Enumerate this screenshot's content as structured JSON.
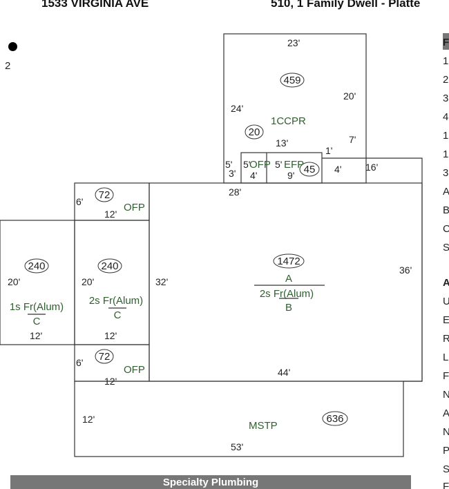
{
  "header": {
    "address": "1533 VIRGINIA AVE",
    "class_line": "510, 1 Family Dwell - Platte"
  },
  "page_number": "2",
  "sketch": {
    "dimensions": [
      "23'",
      "20'",
      "24'",
      "7'",
      "13'",
      "1'",
      "5'",
      "5'",
      "5'",
      "3'",
      "4'",
      "9'",
      "4'",
      "16'",
      "28'",
      "6'",
      "12'",
      "20'",
      "20'",
      "32'",
      "36'",
      "12'",
      "12'",
      "6'",
      "12'",
      "44'",
      "12'",
      "53'"
    ],
    "area_codes": [
      "459",
      "20",
      "45",
      "72",
      "240",
      "240",
      "1472",
      "72",
      "636"
    ],
    "labels": {
      "ccpr": "1CCPR",
      "ofp": "OFP",
      "efp": "EFP",
      "ofp_upper": "OFP",
      "ofp_lower": "OFP",
      "fr1_top": "1s Fr(Alum)",
      "fr1_bottom": "C",
      "fr2_top": "2s Fr(Alum)",
      "fr2_bottom": "C",
      "main_top": "A",
      "main_mid": "2s Fr(Alum)",
      "main_bottom": "B",
      "mstp": "MSTP"
    }
  },
  "side_panel": {
    "chars": [
      "F",
      "1",
      "2",
      "3",
      "4",
      "1",
      "1",
      "3",
      "A",
      "B",
      "C",
      "S",
      "A",
      "U",
      "E",
      "R",
      "L",
      "F",
      "N",
      "A",
      "N",
      "P",
      "S",
      "F"
    ]
  },
  "bottom_bar": {
    "label": "Specialty Plumbing"
  }
}
